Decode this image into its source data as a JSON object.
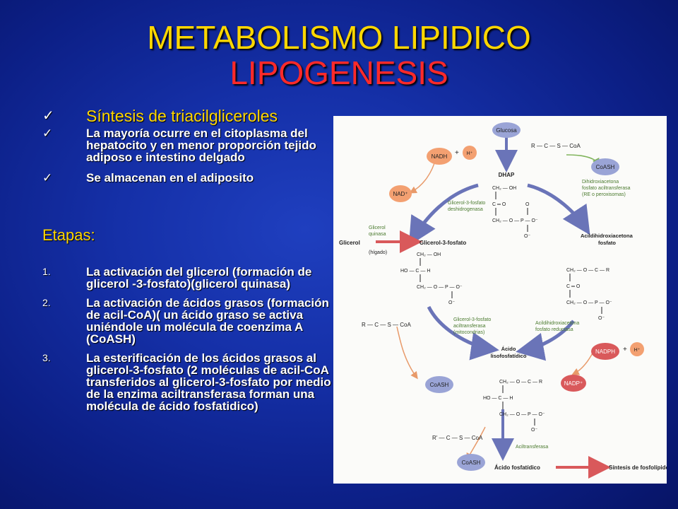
{
  "title": {
    "line1": "METABOLISMO LIPIDICO",
    "line2": "LIPOGENESIS"
  },
  "bullets": [
    "Síntesis de triacilgliceroles",
    "La mayoría ocurre en el citoplasma del hepatocito y en menor proporción tejido adiposo e intestino delgado",
    "Se almacenan en el adiposito"
  ],
  "etapas_label": "Etapas:",
  "steps": [
    {
      "num": "1.",
      "text": "La activación del glicerol (formación de glicerol -3-fosfato)(glicerol quinasa)"
    },
    {
      "num": "2.",
      "text": "La activación de ácidos grasos (formación de acil-CoA)( un ácido graso se activa uniéndole un molécula de coenzima A (CoASH)"
    },
    {
      "num": "3.",
      "text": "La esterificación de los ácidos grasos al glicerol-3-fosfato (2 moléculas de acil-CoA transferidos al glicerol-3-fosfato por medio de la enzima aciltransferasa forman una molécula de ácido fosfatidico)"
    }
  ],
  "diagram": {
    "glucosa": "Glucosa",
    "nadh": "NADH",
    "hplus": "H⁺",
    "nadplus": "NAD⁺",
    "dhap": "DHAP",
    "coash": "CoASH",
    "acyl_coa_top": "R — C — S — CoA",
    "dhap_acyl_enzyme": [
      "Dihidroxiacetona",
      "fosfato aciltransferasa",
      "(RE o peroxisomas)"
    ],
    "g3p_dh": [
      "Glicerol-3-fosfato",
      "deshidrogenasa"
    ],
    "glicerol": "Glicerol",
    "glicerol_quinasa": [
      "Glicerol",
      "quinasa"
    ],
    "higado": "(hígado)",
    "g3p": "Glicerol-3-fosfato",
    "acyl_dhap": [
      "Acildihidroxiacetona",
      "fosfato"
    ],
    "acyl_coa_left": "R — C — S — CoA",
    "g3p_acyl": [
      "Glicerol-3-fosfato",
      "aciltransferasa",
      "(mitocondrias)"
    ],
    "acyl_dhap_red": [
      "Acildihidroxiacetona",
      "fosfato reductasa"
    ],
    "nadph": "NADPH",
    "nadp": "NADP⁺",
    "lisofosfatidico": [
      "Ácido",
      "lisofosfatídico"
    ],
    "acyl_coa_bottom": "R' — C — S — CoA",
    "aciltransferasa": "Aciltransferasa",
    "fosfatidico": "Ácido fosfatídico",
    "sintesis": "Síntesis de fosfolípidos",
    "colors": {
      "peach": "#f3a071",
      "lavender": "#9aa4d6",
      "red": "#d9595b",
      "arrow_blue": "#6a74b8",
      "green": "#7fb35a",
      "dark": "#222"
    }
  }
}
